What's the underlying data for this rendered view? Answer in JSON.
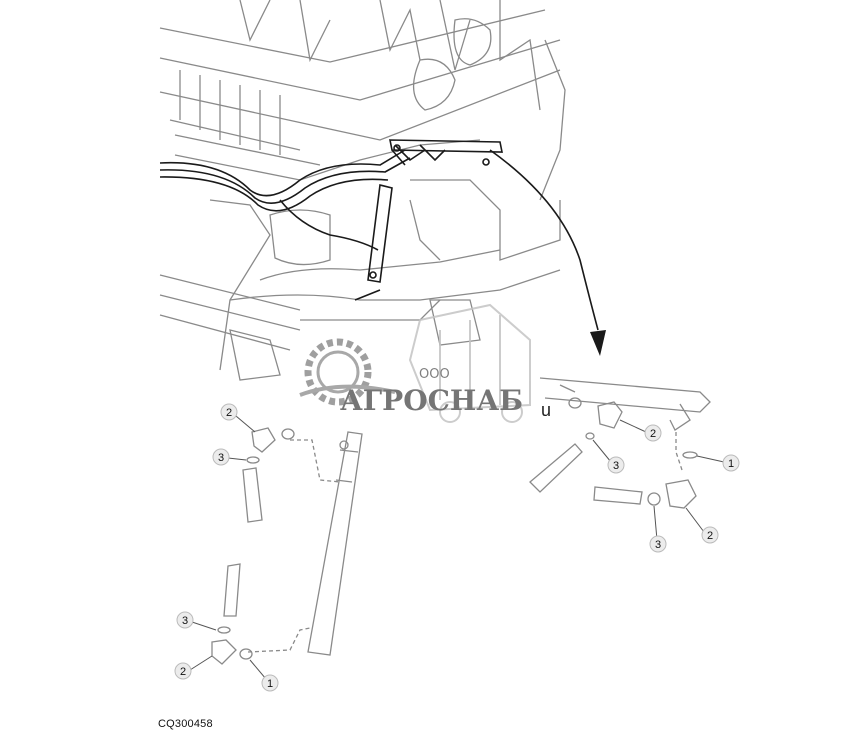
{
  "figure": {
    "id_label": "CQ300458"
  },
  "watermark": {
    "prefix": "ООО",
    "name": "АГРОСНАБ"
  },
  "marker_letter": "u",
  "callouts": [
    {
      "key": "left-top-2",
      "label": "2"
    },
    {
      "key": "left-top-3",
      "label": "3"
    },
    {
      "key": "left-bottom-3",
      "label": "3"
    },
    {
      "key": "left-bottom-2",
      "label": "2"
    },
    {
      "key": "left-bottom-1",
      "label": "1"
    },
    {
      "key": "right-2a",
      "label": "2"
    },
    {
      "key": "right-3a",
      "label": "3"
    },
    {
      "key": "right-1",
      "label": "1"
    },
    {
      "key": "right-3b",
      "label": "3"
    },
    {
      "key": "right-2b",
      "label": "2"
    }
  ],
  "colors": {
    "line": "#8a8a8a",
    "dark": "#1a1a1a",
    "watermark": "#6a6a6a"
  }
}
